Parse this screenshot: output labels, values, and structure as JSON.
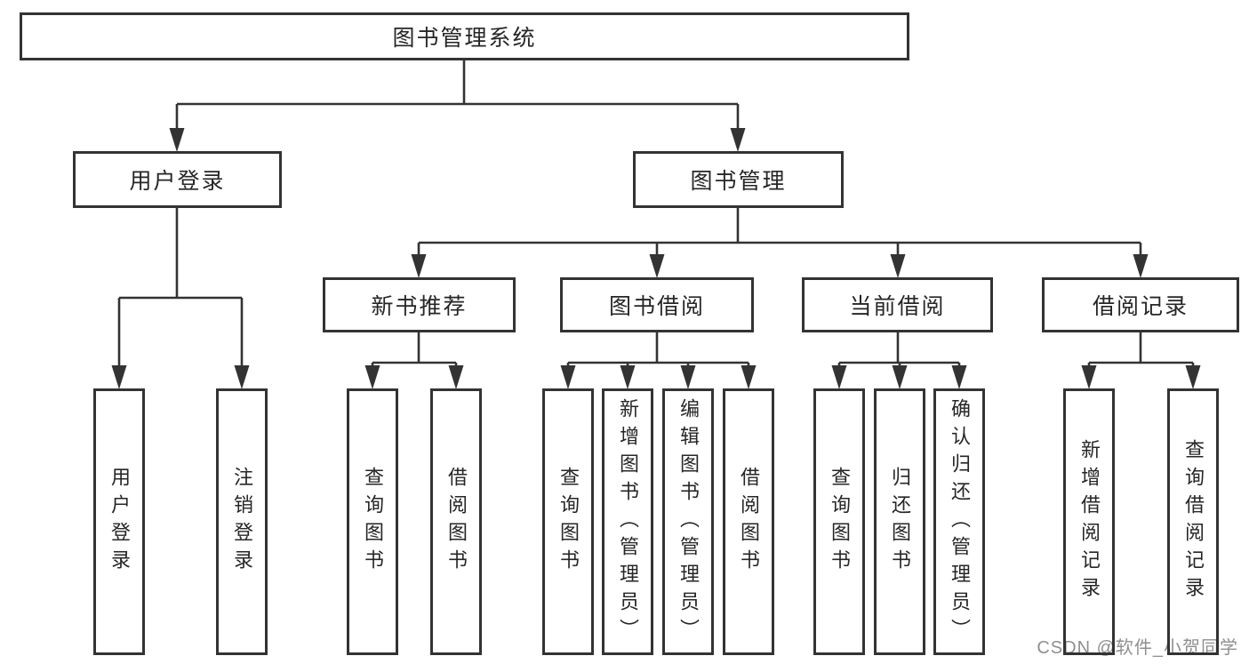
{
  "diagram": {
    "root": "图书管理系统",
    "branch_login": "用户登录",
    "branch_mgmt": "图书管理",
    "login_children": [
      "用户登录",
      "注销登录"
    ],
    "mgmt_sections": [
      "新书推荐",
      "图书借阅",
      "当前借阅",
      "借阅记录"
    ],
    "recommend_children": [
      "查询图书",
      "借阅图书"
    ],
    "borrow_children": [
      "查询图书",
      "新增图书（管理员）",
      "编辑图书（管理员）",
      "借阅图书"
    ],
    "current_children": [
      "查询图书",
      "归还图书",
      "确认归还（管理员）"
    ],
    "records_children": [
      "新增借阅记录",
      "查询借阅记录"
    ]
  },
  "watermark": "CSDN @软件_小贺同学",
  "colors": {
    "line": "#333333",
    "text": "#262626",
    "watermark": "#8f8f8f",
    "background": "#ffffff"
  }
}
